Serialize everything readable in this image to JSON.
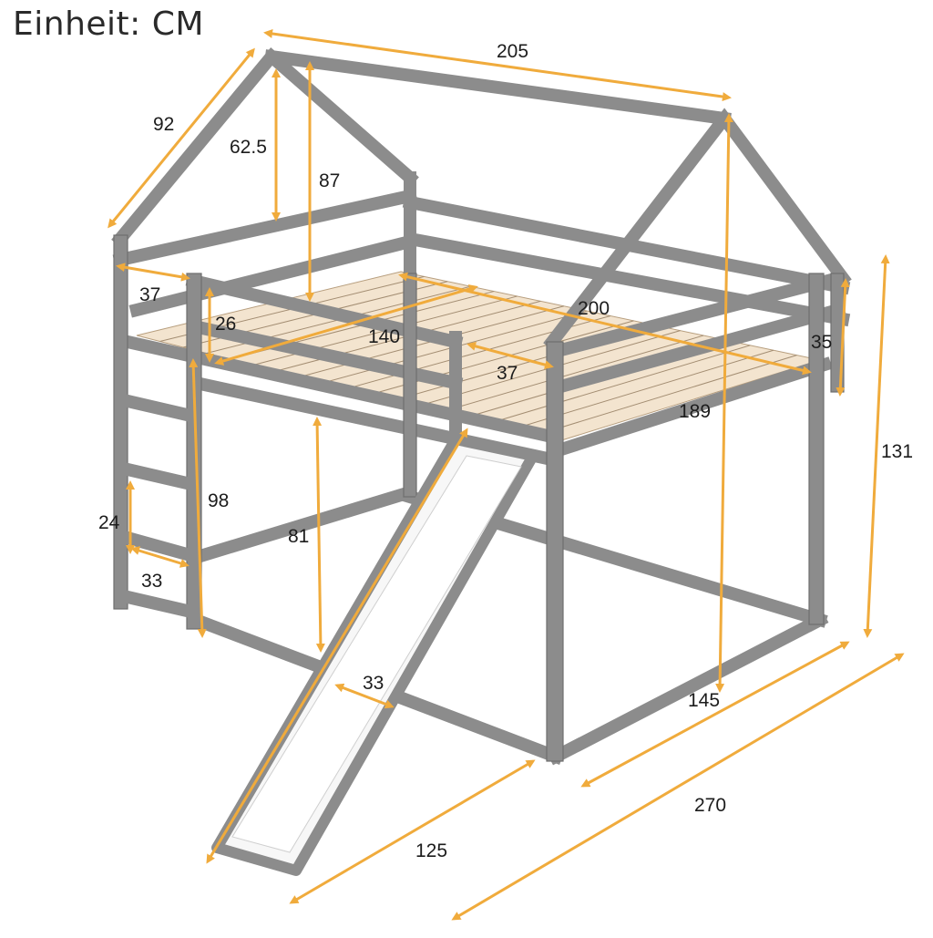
{
  "unit_label": "Einheit: CM",
  "colors": {
    "frame": "#8c8c8c",
    "slats": "#f1dfc7",
    "dimension": "#f0ab3c",
    "slide": "#f7f7f7"
  },
  "dimensions": {
    "roof_length": "205",
    "roof_depth": "92",
    "gable_height": "62.5",
    "gable_total_height": "87",
    "rail_gap": "37",
    "rail_height": "26",
    "bed_width": "140",
    "bed_length": "200",
    "entry_opening": "37",
    "side_rail_height": "35",
    "inner_length": "189",
    "total_height": "131",
    "ladder_height": "98",
    "underbed_height": "81",
    "ladder_step_gap": "24",
    "ladder_width": "33",
    "slide_width": "33",
    "post_height": "145",
    "total_length": "270",
    "slide_projection": "125"
  }
}
